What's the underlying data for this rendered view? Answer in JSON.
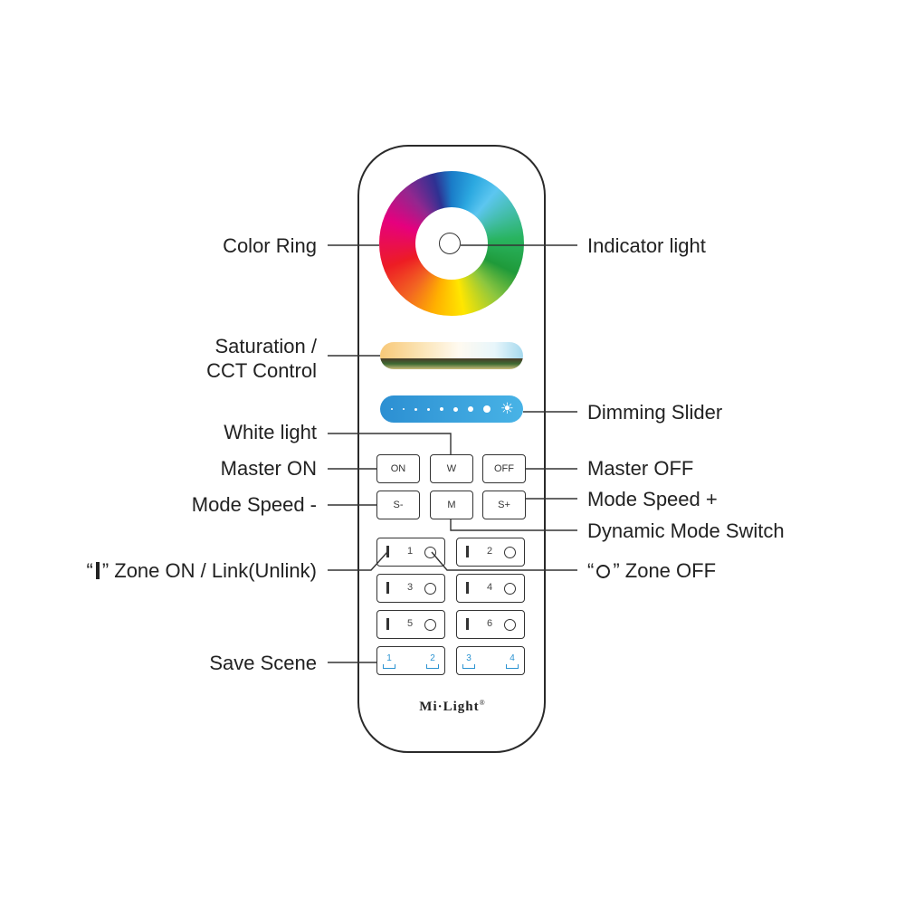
{
  "remote": {
    "buttons": {
      "on": "ON",
      "w": "W",
      "off": "OFF",
      "s_minus": "S-",
      "m": "M",
      "s_plus": "S+"
    },
    "zones": [
      {
        "number": "1"
      },
      {
        "number": "2"
      },
      {
        "number": "3"
      },
      {
        "number": "4"
      },
      {
        "number": "5"
      },
      {
        "number": "6"
      }
    ],
    "scenes": [
      "1",
      "2",
      "3",
      "4"
    ],
    "brand": "Mi·Light",
    "brand_mark": "®"
  },
  "labels": {
    "color_ring": "Color Ring",
    "indicator_light": "Indicator light",
    "saturation_line1": "Saturation /",
    "saturation_line2": "CCT Control",
    "dimming_slider": "Dimming Slider",
    "white_light": "White light",
    "master_on": "Master ON",
    "master_off": "Master OFF",
    "mode_speed_minus": "Mode Speed -",
    "mode_speed_plus": "Mode Speed +",
    "dynamic_mode_switch": "Dynamic Mode Switch",
    "zone_on_open": "“",
    "zone_on_rest": "” Zone ON / Link(Unlink)",
    "zone_off_open": "“",
    "zone_off_rest": "” Zone OFF",
    "save_scene": "Save Scene"
  }
}
